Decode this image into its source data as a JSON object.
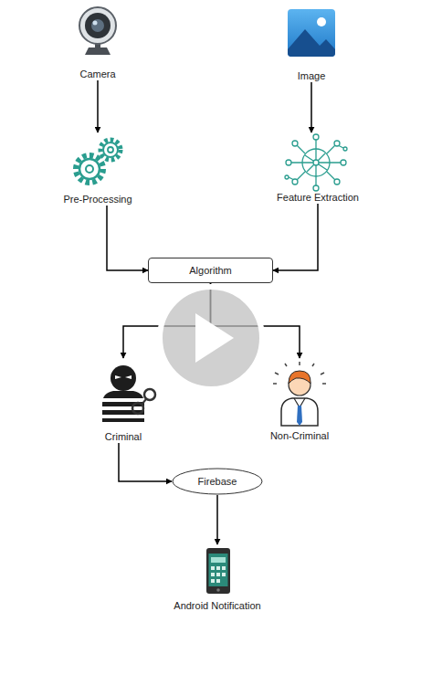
{
  "diagram": {
    "nodes": [
      {
        "text": [
          "Camera"
        ]
      },
      {
        "text": [
          "Image"
        ]
      },
      {
        "text": [
          "Pre-Processing"
        ]
      },
      {
        "text": [
          "Feature Extraction"
        ]
      },
      {
        "text": [
          "Algorithm"
        ]
      },
      {
        "text": [
          "Criminal"
        ]
      },
      {
        "text": [
          "Non-Criminal"
        ]
      },
      {
        "text": [
          "Firebase"
        ]
      },
      {
        "text": [
          "Android Notification"
        ]
      }
    ],
    "edges": [
      {
        "from": 0,
        "to": 2,
        "arrow": "to"
      },
      {
        "from": 1,
        "to": 3,
        "arrow": "to"
      },
      {
        "from": 2,
        "to": 4,
        "arrow": "to"
      },
      {
        "from": 3,
        "to": 4,
        "arrow": "to"
      },
      {
        "from": 4,
        "to": 5,
        "arrow": "to"
      },
      {
        "from": 4,
        "to": 6,
        "arrow": "to"
      },
      {
        "from": 5,
        "to": 7,
        "arrow": "to"
      },
      {
        "from": 7,
        "to": 8,
        "arrow": "to"
      }
    ]
  }
}
